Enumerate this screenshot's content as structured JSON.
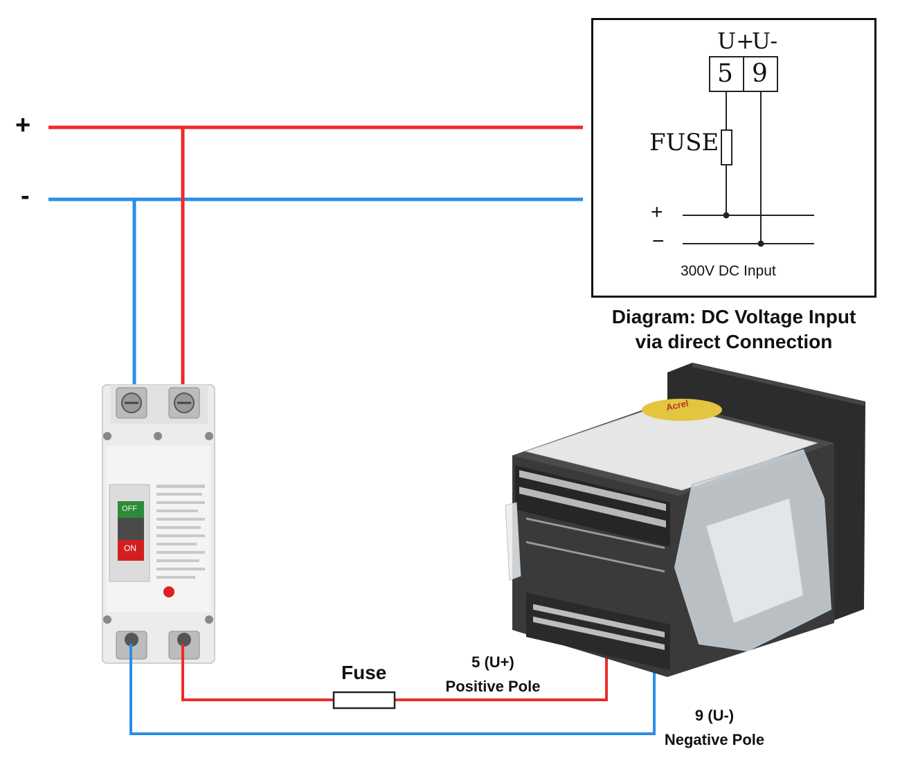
{
  "bus": {
    "plus_label": "+",
    "minus_label": "-",
    "colors": {
      "positive": "#ee2a2a",
      "negative": "#2a8ee8"
    }
  },
  "inset": {
    "terminal_header_plus": "U+",
    "terminal_header_minus": "U-",
    "terminal_left": "5",
    "terminal_right": "9",
    "fuse_label": "FUSE",
    "plus_symbol": "+",
    "minus_symbol": "−",
    "input_label": "300V DC Input"
  },
  "caption": {
    "line1": "Diagram: DC Voltage Input",
    "line2": "via direct Connection"
  },
  "wiring": {
    "fuse_label": "Fuse",
    "positive_terminal": "5 (U+)",
    "positive_name": "Positive Pole",
    "negative_terminal": "9 (U-)",
    "negative_name": "Negative Pole"
  },
  "breaker": {
    "off_label": "OFF",
    "on_label": "ON"
  },
  "meter": {
    "brand": "Acrel"
  }
}
